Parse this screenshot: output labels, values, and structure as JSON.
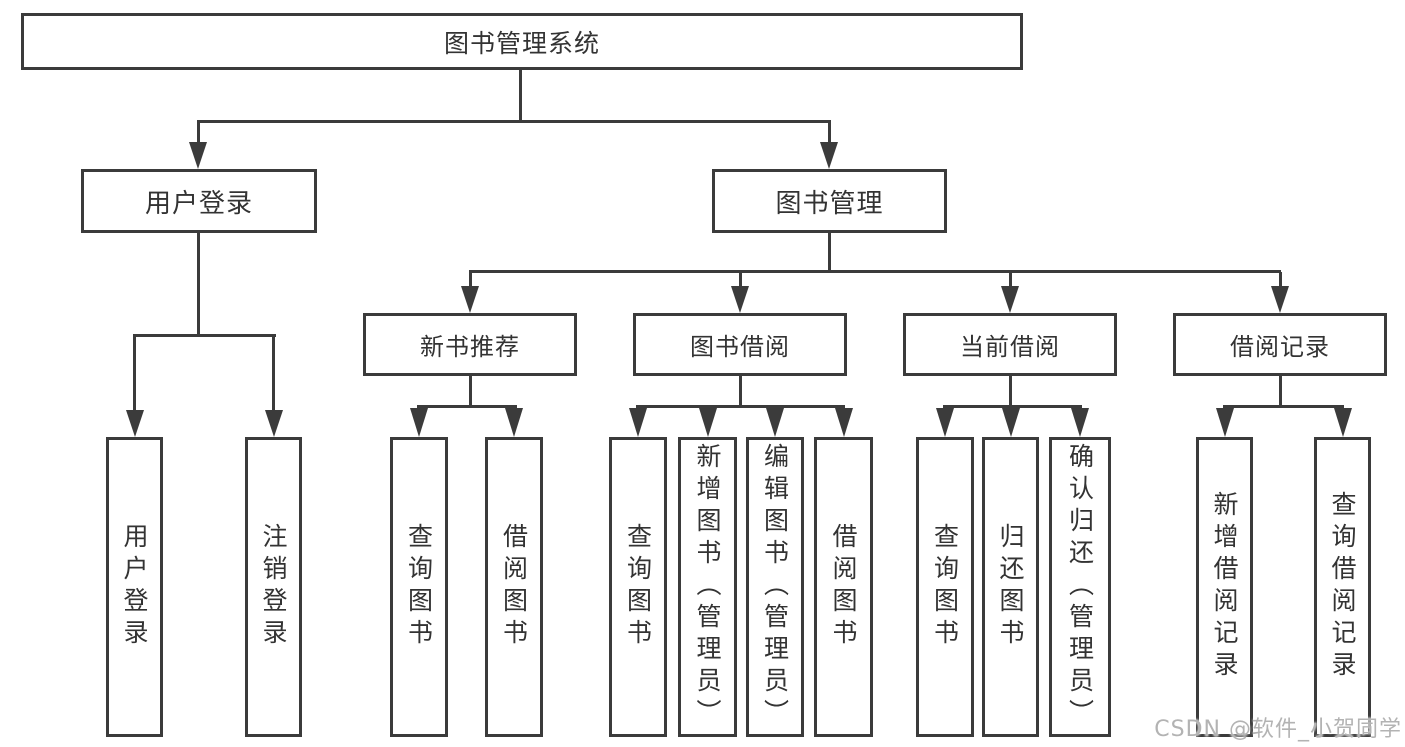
{
  "diagram": {
    "root": {
      "label": "图书管理系统"
    },
    "user_login": {
      "label": "用户登录",
      "children": [
        {
          "label": "用户登录"
        },
        {
          "label": "注销登录"
        }
      ]
    },
    "book_mgmt": {
      "label": "图书管理"
    },
    "modules": [
      {
        "label": "新书推荐",
        "children": [
          {
            "label": "查询图书"
          },
          {
            "label": "借阅图书"
          }
        ]
      },
      {
        "label": "图书借阅",
        "children": [
          {
            "label": "查询图书"
          },
          {
            "label": "新增图书（管理员）"
          },
          {
            "label": "编辑图书（管理员）"
          },
          {
            "label": "借阅图书"
          }
        ]
      },
      {
        "label": "当前借阅",
        "children": [
          {
            "label": "查询图书"
          },
          {
            "label": "归还图书"
          },
          {
            "label": "确认归还（管理员）"
          }
        ]
      },
      {
        "label": "借阅记录",
        "children": [
          {
            "label": "新增借阅记录"
          },
          {
            "label": "查询借阅记录"
          }
        ]
      }
    ],
    "watermark": "CSDN @软件_小贺同学"
  },
  "colors": {
    "line": "#3b3b3b",
    "text": "#333333",
    "watermark": "#b3b3b3",
    "background": "#ffffff"
  }
}
